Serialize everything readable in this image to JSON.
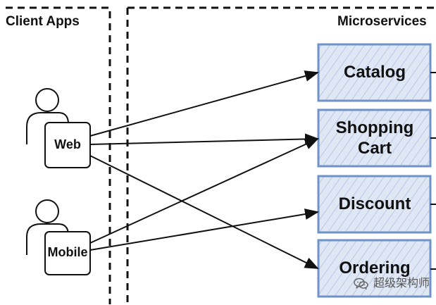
{
  "sections": {
    "client_apps": "Client Apps",
    "microservices": "Microservices"
  },
  "clients": {
    "web": "Web",
    "mobile": "Mobile"
  },
  "services": {
    "catalog": "Catalog",
    "shopping_cart_line1": "Shopping",
    "shopping_cart_line2": "Cart",
    "discount": "Discount",
    "ordering": "Ordering"
  },
  "watermark": {
    "text": "超级架构师"
  },
  "colors": {
    "stroke": "#111111",
    "service_fill": "#dfe7f4",
    "service_border": "#6f93c9",
    "hatch": "#b9c8e6"
  }
}
